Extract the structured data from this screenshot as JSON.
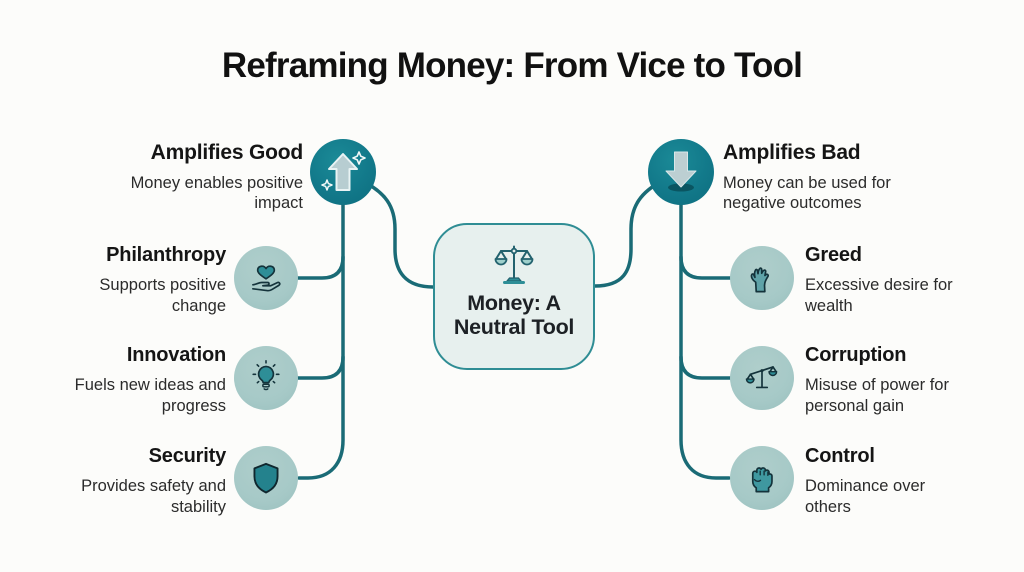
{
  "title": "Reframing Money: From Vice to Tool",
  "colors": {
    "accent_teal": "#12798a",
    "line_teal": "#1a6b76",
    "branch_circle": "#a6c9c7",
    "node_background": "#e7f0ee",
    "node_border": "#2f8d94",
    "background": "#fcfcfa"
  },
  "center_node": {
    "icon": "balance-scale-icon",
    "line1": "Money: A",
    "line2": "Neutral Tool"
  },
  "good_head": {
    "icon": "up-arrow-sparkles-icon",
    "title": "Amplifies Good",
    "description": "Money enables positive impact"
  },
  "bad_head": {
    "icon": "down-arrow-icon",
    "title": "Amplifies Bad",
    "description": "Money can be used for negative outcomes"
  },
  "left_branches": [
    {
      "icon": "heart-in-hand-icon",
      "title": "Philanthropy",
      "description": "Supports positive change"
    },
    {
      "icon": "lightbulb-icon",
      "title": "Innovation",
      "description": "Fuels new ideas and progress"
    },
    {
      "icon": "shield-icon",
      "title": "Security",
      "description": "Provides safety and stability"
    }
  ],
  "right_branches": [
    {
      "icon": "grasping-hand-icon",
      "title": "Greed",
      "description": "Excessive desire for wealth"
    },
    {
      "icon": "tilted-scale-icon",
      "title": "Corruption",
      "description": "Misuse of power for personal gain"
    },
    {
      "icon": "fist-icon",
      "title": "Control",
      "description": "Dominance over others"
    }
  ]
}
